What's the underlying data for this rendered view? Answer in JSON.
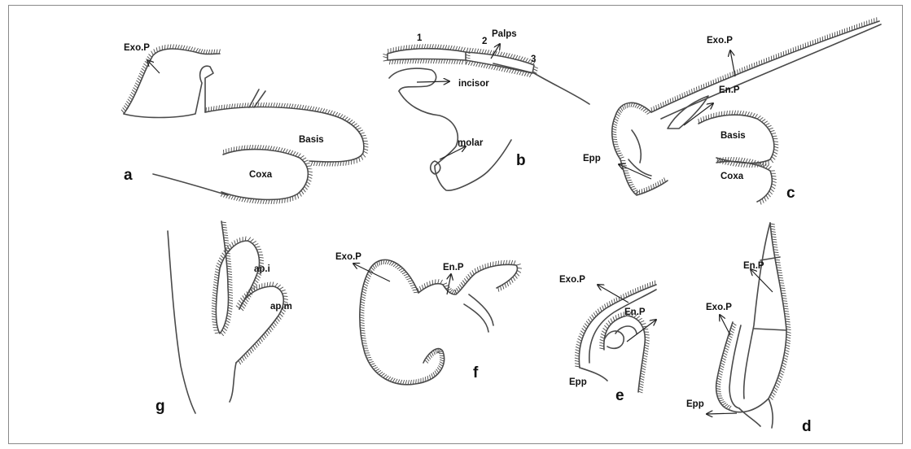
{
  "panels": {
    "a": {
      "letter": "a",
      "labels": {
        "exo_p": "Exo.P",
        "basis": "Basis",
        "coxa": "Coxa"
      }
    },
    "b": {
      "letter": "b",
      "labels": {
        "n1": "1",
        "n2": "2",
        "palps": "Palps",
        "n3": "3",
        "incisor": "incisor",
        "molar": "molar"
      }
    },
    "c": {
      "letter": "c",
      "labels": {
        "exo_p": "Exo.P",
        "en_p": "En.P",
        "basis": "Basis",
        "epp": "Epp",
        "coxa": "Coxa"
      }
    },
    "d": {
      "letter": "d",
      "labels": {
        "en_p": "En.P",
        "exo_p": "Exo.P",
        "epp": "Epp"
      }
    },
    "e": {
      "letter": "e",
      "labels": {
        "exo_p": "Exo.P",
        "en_p": "En.P",
        "epp": "Epp"
      }
    },
    "f": {
      "letter": "f",
      "labels": {
        "exo_p": "Exo.P",
        "en_p": "En.P"
      }
    },
    "g": {
      "letter": "g",
      "labels": {
        "ap_i": "ap.i",
        "ap_m": "ap.m"
      }
    }
  },
  "colors": {
    "ink": "#4a4a4a",
    "frame": "#8a8a8a",
    "text": "#111111"
  }
}
